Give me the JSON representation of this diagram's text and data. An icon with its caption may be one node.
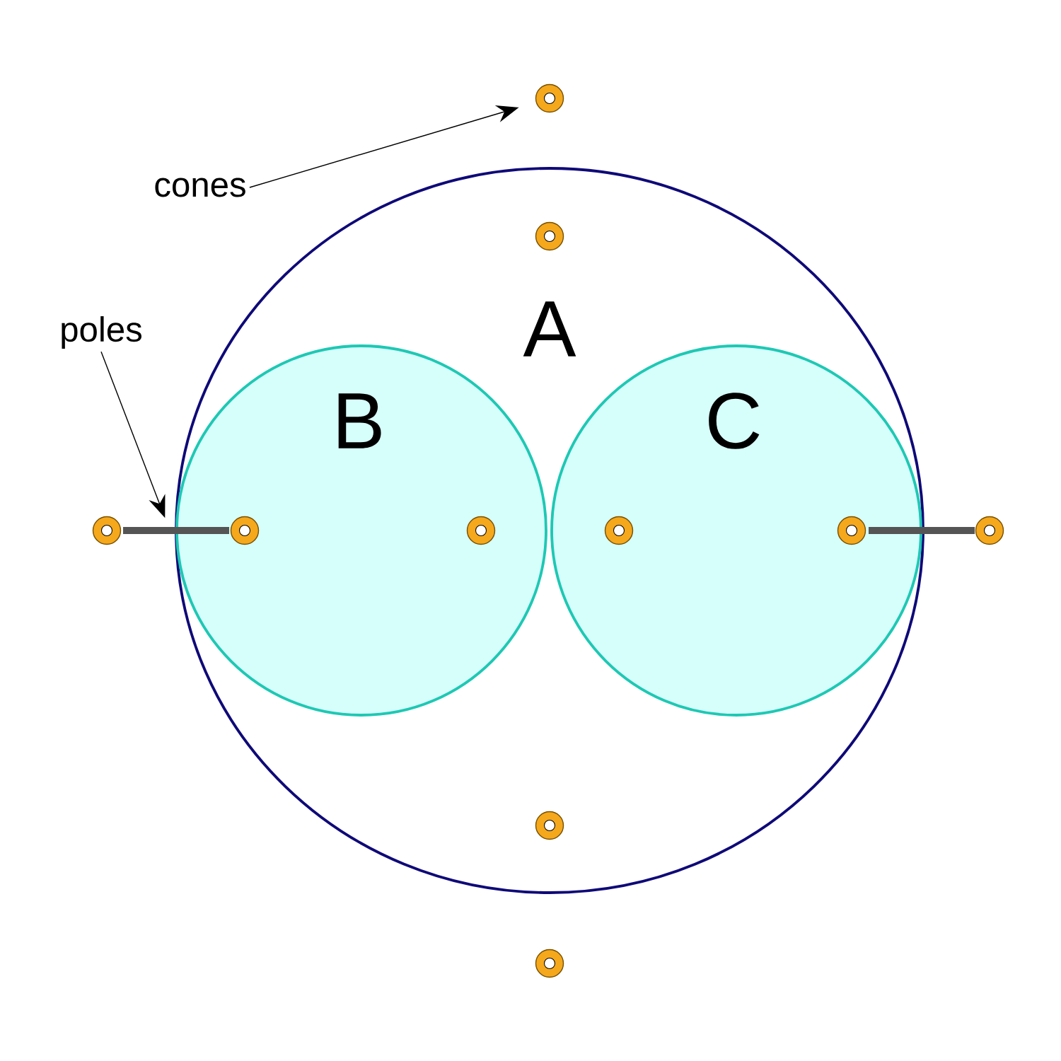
{
  "diagram": {
    "nodes": [
      {
        "text": [
          "A"
        ]
      },
      {
        "text": [
          "B"
        ],
        "in": 0
      },
      {
        "text": [
          "C"
        ],
        "in": 0
      },
      {
        "text": [
          "cones"
        ]
      },
      {
        "text": [
          "poles"
        ]
      },
      {
        "text": [],
        "shape": "circle"
      },
      {
        "text": [],
        "shape": "circle",
        "in": 0
      },
      {
        "text": [],
        "shape": "circle"
      },
      {
        "text": [],
        "shape": "circle",
        "in": 1
      },
      {
        "text": [],
        "shape": "circle",
        "in": 1
      },
      {
        "text": [],
        "shape": "circle",
        "in": 2
      },
      {
        "text": [],
        "shape": "circle",
        "in": 2
      },
      {
        "text": [],
        "shape": "circle"
      },
      {
        "text": [],
        "shape": "circle",
        "in": 0
      },
      {
        "text": [],
        "shape": "circle"
      },
      {
        "text": [],
        "shape": "bar"
      },
      {
        "text": [],
        "shape": "bar"
      }
    ],
    "edges": [
      {
        "from": 3,
        "to": 5,
        "arrow": "to"
      },
      {
        "from": 4,
        "to": 15,
        "arrow": "to"
      }
    ]
  }
}
